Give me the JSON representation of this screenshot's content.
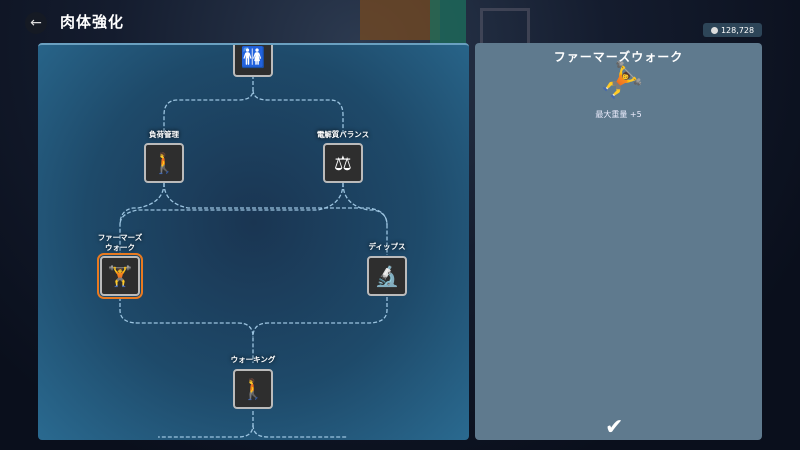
{
  "header": {
    "title": "肉体強化",
    "back_icon": "arrow-left-icon"
  },
  "currency": {
    "amount": "128,728",
    "icon": "coin-icon"
  },
  "tree": {
    "nodes": [
      {
        "id": "top",
        "label": "",
        "icon": "people-icon",
        "glyph": "🚻"
      },
      {
        "id": "load",
        "label": "負荷管理",
        "icon": "hiker-icon",
        "glyph": "🚶"
      },
      {
        "id": "electrolyte",
        "label": "電解質バランス",
        "icon": "scale-icon",
        "glyph": "⚖"
      },
      {
        "id": "farmers",
        "label": "ファーマーズ\nウォーク",
        "icon": "dumbbell-icon",
        "glyph": "🏋",
        "selected": true
      },
      {
        "id": "dips",
        "label": "ディップス",
        "icon": "microscope-icon",
        "glyph": "🔬"
      },
      {
        "id": "walking",
        "label": "ウォーキング",
        "icon": "walking-icon",
        "glyph": "🚶"
      }
    ]
  },
  "detail": {
    "title": "ファーマーズウォーク",
    "stat": "最大重量 +5",
    "confirm_icon": "checkmark-icon"
  }
}
